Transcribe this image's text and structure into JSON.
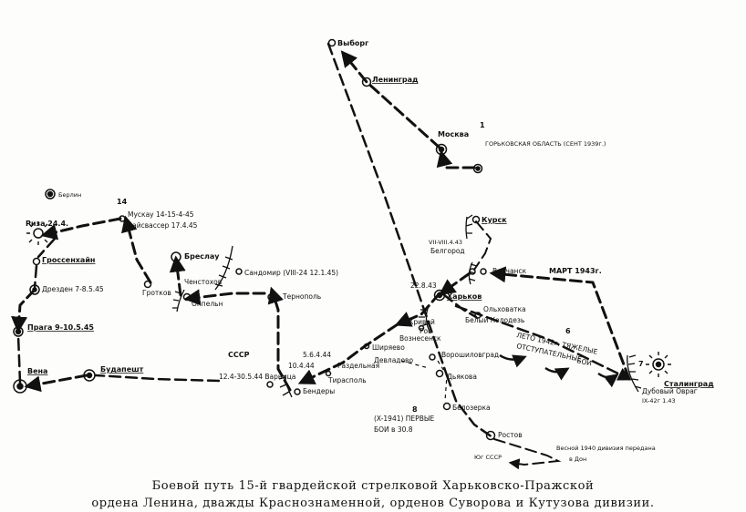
{
  "map": {
    "caption_line1": "Боевой путь 15-й гвардейской стрелковой Харьковско-Пражской",
    "caption_line2": "ордена Ленина, дважды Краснознаменной, орденов Суворова и Кутузова дивизии.",
    "places": {
      "vyborg": "Выборг",
      "leningrad": "Ленинград",
      "moskva": "Москва",
      "gorky": "ГОРЬКОВСКАЯ ОБЛАСТЬ (СЕНТ 1939г.)",
      "marker1": "1",
      "berlin": "Берлин",
      "riza": "Риза 24.4.",
      "muskau": "Мускау 14-15-4-45",
      "weisvasser": "Вайсвассер 17.4.45",
      "num14": "14",
      "grossenhain": "Гроссенхайн",
      "drezden": "Дрезден 7-8.5.45",
      "praga": "Прага 9-10.5.45",
      "vena": "Вена",
      "budapesht": "Будапешт",
      "breslau": "Бреслау",
      "chenstokhov": "Ченстохов",
      "grotkov": "Гротков",
      "oppeln": "Оппельн",
      "sandomir": "Сандомир (VIII-24 12.1.45)",
      "ternopol": "Тернополь",
      "sssr": "СССР",
      "varnitsa": "12.4-30.5.44 Варница",
      "d1044": "10.4.44",
      "bendery": "Бендеры",
      "d564": "5.6.4.44",
      "tiraspol": "Тирасполь",
      "razdelnaya": "Раздельная",
      "shiryaevo": "Ширяево",
      "devladovo": "Девладово",
      "krivoy": "Кривой",
      "rog": "Рог",
      "voznesensk": "Вознесенск",
      "voroshilovgrad": "Ворошиловград",
      "dyakova": "Дьякова",
      "kursk": "Курск",
      "belgorod_date": "VII-VIII.4.43",
      "belgorod": "Белгород",
      "d2283": "22.8.43",
      "kharkov": "Харьков",
      "olkhovatka": "Ольховатка",
      "belye": "Белый Колодезь",
      "volchansk": "Волчанск",
      "mart": "МАРТ 1943г.",
      "num6": "6",
      "leto1": "ЛЕТО 1942г. ТЯЖЕЛЫЕ",
      "leto2": "ОТСТУПАТЕЛЬНЫЕ",
      "leto3": "БОИ",
      "stalingrad": "Сталинград",
      "num7": "7",
      "dubovy": "Дубовый Овраг",
      "dubovy_date": "IX-42г  1.43",
      "belozerka": "Белозерка",
      "boi1": "(X-1941) ПЕРВЫЕ",
      "boi2": "БОИ в 30.8",
      "num8": "8",
      "rostov": "Ростов",
      "vesnoi": "Весной 1940 дивизия передана",
      "vesnoi2": "в Дон",
      "yug": "Юг СССР"
    }
  }
}
